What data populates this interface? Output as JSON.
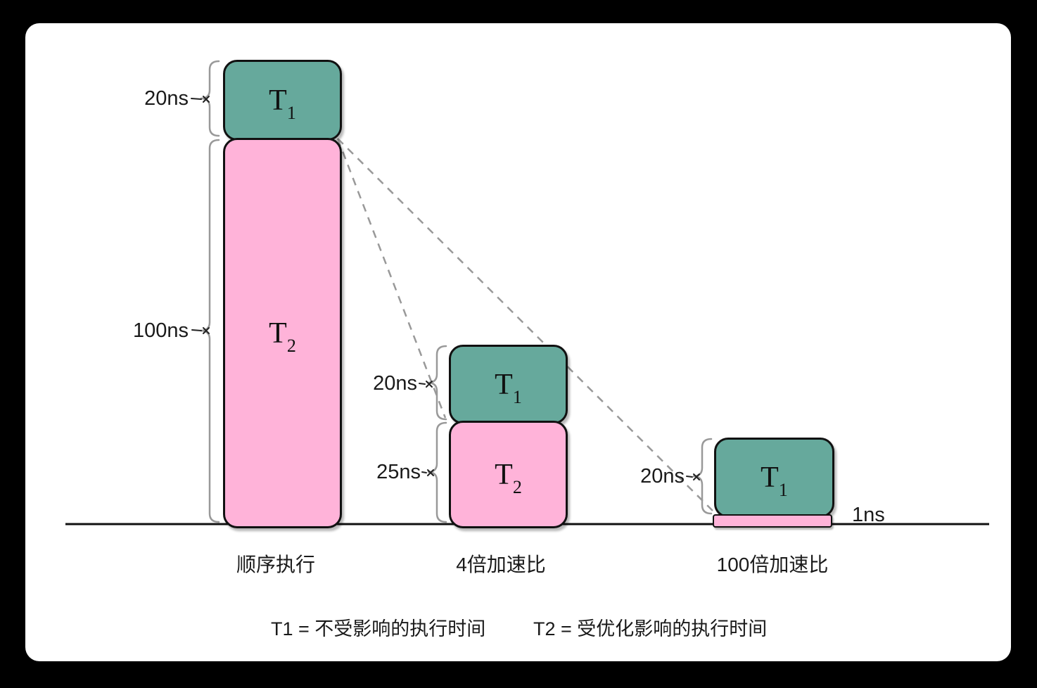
{
  "diagram": {
    "groups": [
      {
        "label": "顺序执行",
        "t1": {
          "name": "T",
          "sub": "1",
          "duration": "20ns"
        },
        "t2": {
          "name": "T",
          "sub": "2",
          "duration": "100ns"
        }
      },
      {
        "label": "4倍加速比",
        "t1": {
          "name": "T",
          "sub": "1",
          "duration": "20ns"
        },
        "t2": {
          "name": "T",
          "sub": "2",
          "duration": "25ns"
        }
      },
      {
        "label": "100倍加速比",
        "t1": {
          "name": "T",
          "sub": "1",
          "duration": "20ns"
        },
        "t2": {
          "duration": "1ns"
        }
      }
    ],
    "legend": {
      "t1": "T1 = 不受影响的执行时间",
      "t2": "T2 = 受优化影响的执行时间"
    }
  },
  "colors": {
    "t1_fill": "#66a99c",
    "t2_fill": "#ffb3d9",
    "outline": "#111111",
    "guide": "#999999",
    "marker": "#222222",
    "background": "#000000",
    "surface": "#ffffff"
  }
}
